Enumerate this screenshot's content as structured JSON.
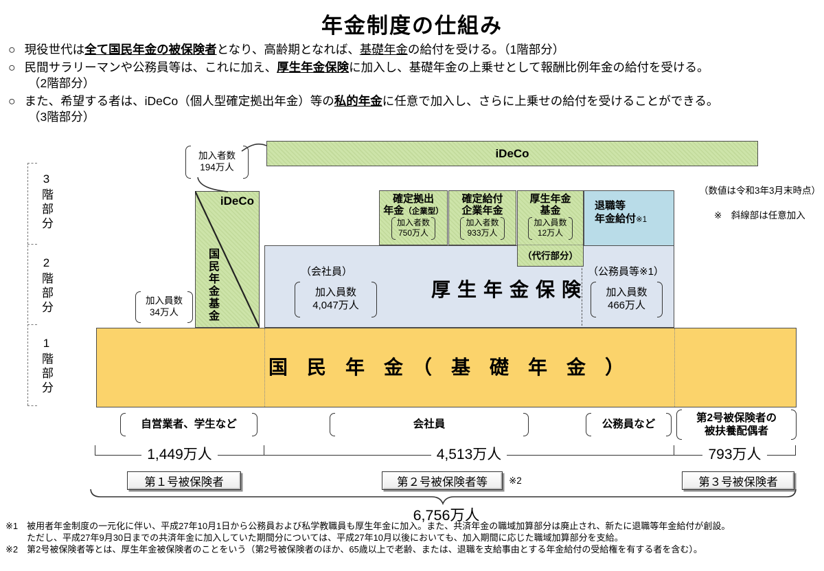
{
  "title": "年金制度の仕組み",
  "bullets": {
    "b1": {
      "marker": "○",
      "t1": "現役世代は",
      "em": "全て国民年金の被保険者",
      "t2": "となり、高齢期となれば、",
      "u": "基礎年金",
      "t3": "の給付を受ける。（1階部分）"
    },
    "b2": {
      "marker": "○",
      "t1": "民間サラリーマンや公務員等は、これに加え、",
      "em": "厚生年金保険",
      "t2": "に加入し、基礎年金の上乗せとして報酬比例年金の給付を受ける。",
      "cont": "（2階部分）"
    },
    "b3": {
      "marker": "○",
      "t1": "また、希望する者は、iDeCo（個人型確定拠出年金）等の",
      "em": "私的年金",
      "t2": "に任意で加入し、さらに上乗せの給付を受けることができる。",
      "cont": "（3階部分）"
    }
  },
  "floors": {
    "f3": "3階部分",
    "f2": "2階部分",
    "f1": "1階部分"
  },
  "notes": {
    "as_of": "（数値は令和3年3月末時点）",
    "hatch": "※　斜線部は任意加入"
  },
  "ideco_bar": {
    "label": "iDeCo"
  },
  "ideco_stat": {
    "l1": "加入者数",
    "l2": "194万人"
  },
  "ideco_col": {
    "label": "iDeCo",
    "kikin": "国民年金基金"
  },
  "kikin_stat": {
    "l1": "加入員数",
    "l2": "34万人"
  },
  "boxes": {
    "dc": {
      "t1": "確定拠出",
      "t2": "年金",
      "t2p": "（企業型）",
      "s1": "加入者数",
      "s2": "750万人"
    },
    "db": {
      "t1": "確定給付",
      "t2": "企業年金",
      "s1": "加入者数",
      "s2": "933万人"
    },
    "kkn": {
      "t1": "厚生年金",
      "t2": "基金",
      "s1": "加入員数",
      "s2": "12万人",
      "daiko": "（代行部分）"
    },
    "tai": {
      "t1": "退職等",
      "t2": "年金給付",
      "ref": "※1"
    }
  },
  "kosei": {
    "label": "厚生年金保険",
    "grp1": "（会社員）",
    "g1s1": "加入員数",
    "g1s2": "4,047万人",
    "grp2": "（公務員等※1）",
    "g2s1": "加入員数",
    "g2s2": "466万人"
  },
  "kokumin": {
    "label": "国　民　年　金　（　基　礎　年　金　）"
  },
  "bottom": {
    "g1": "自営業者、学生など",
    "g2": "会社員",
    "g3": "公務員など",
    "g4l1": "第2号被保険者の",
    "g4l2": "被扶養配偶者",
    "n1": "1,449万人",
    "n2": "4,513万人",
    "n3": "793万人",
    "btn1": "第１号被保険者",
    "btn2": "第２号被保険者等",
    "btn2_ref": "※2",
    "btn3": "第３号被保険者",
    "total": "6,756万人"
  },
  "footnotes": {
    "f1l1": "※1　被用者年金制度の一元化に伴い、平成27年10月1日から公務員および私学教職員も厚生年金に加入。また、共済年金の職域加算部分は廃止され、新たに退職等年金給付が創設。",
    "f1l2": "ただし、平成27年9月30日までの共済年金に加入していた期間分については、平成27年10月以後においても、加入期間に応じた職域加算部分を支給。",
    "f2": "※2　第2号被保険者等とは、厚生年金被保険者のことをいう（第2号被保険者のほか、65歳以上で老齢、または、退職を支給事由とする年金給付の受給権を有する者を含む）。"
  },
  "colors": {
    "hatch_green": "#cde4a9",
    "hatch_stripe": "#c1d99a",
    "light_blue": "#b9dce8",
    "pale_blue": "#dce4f0",
    "yellow": "#fbd36b",
    "border": "#4d4d4d"
  }
}
